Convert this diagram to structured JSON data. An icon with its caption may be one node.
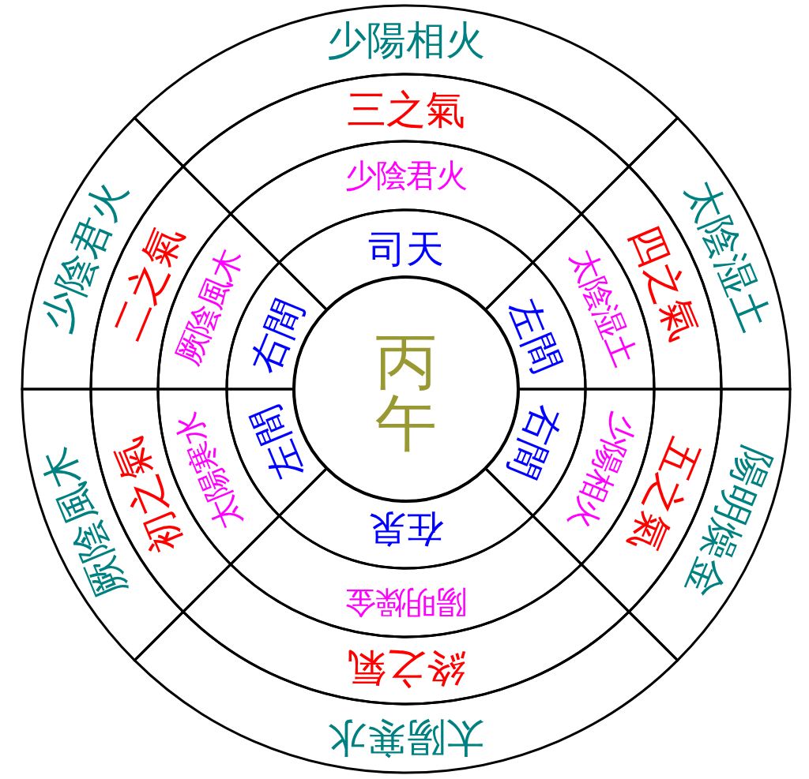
{
  "diagram": {
    "nodes": [
      {
        "text": [
          "丙午"
        ]
      },
      {
        "text": [
          "司天"
        ]
      },
      {
        "text": [
          "左間"
        ]
      },
      {
        "text": [
          "右間"
        ]
      },
      {
        "text": [
          "在泉"
        ]
      },
      {
        "text": [
          "左間"
        ]
      },
      {
        "text": [
          "右間"
        ]
      },
      {
        "text": [
          "少陰君火"
        ]
      },
      {
        "text": [
          "太陰湿土"
        ]
      },
      {
        "text": [
          "少陽相火"
        ]
      },
      {
        "text": [
          "陽明燥金"
        ]
      },
      {
        "text": [
          "太陽寒水"
        ]
      },
      {
        "text": [
          "厥陰風木"
        ]
      },
      {
        "text": [
          "三之氣"
        ]
      },
      {
        "text": [
          "四之氣"
        ]
      },
      {
        "text": [
          "五之氣"
        ]
      },
      {
        "text": [
          "終之氣"
        ]
      },
      {
        "text": [
          "初之氣"
        ]
      },
      {
        "text": [
          "二之氣"
        ]
      },
      {
        "text": [
          "少陽相火"
        ]
      },
      {
        "text": [
          "太陰湿土"
        ]
      },
      {
        "text": [
          "陽明燥金"
        ]
      },
      {
        "text": [
          "太陽寒水"
        ]
      },
      {
        "text": [
          "厥陰風木"
        ]
      },
      {
        "text": [
          "少陰君火"
        ]
      }
    ]
  }
}
